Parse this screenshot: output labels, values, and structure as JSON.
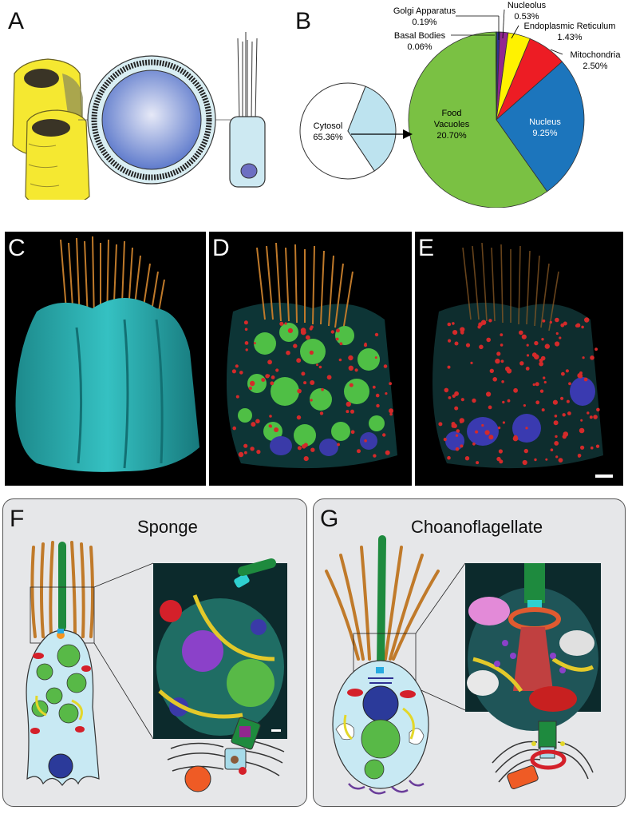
{
  "panels": {
    "a": "A",
    "b": "B",
    "c": "C",
    "d": "D",
    "e": "E",
    "f": "F",
    "g": "G"
  },
  "chart_data": {
    "type": "pie",
    "slices": [
      {
        "label": "Golgi Apparatus",
        "value": 0.19,
        "display": "0.19%",
        "color": "#2e3192"
      },
      {
        "label": "Nucleolus",
        "value": 0.53,
        "display": "0.53%",
        "color": "#92278f"
      },
      {
        "label": "Endoplasmic Reticulum",
        "value": 1.43,
        "display": "1.43%",
        "color": "#fff200"
      },
      {
        "label": "Mitochondria",
        "value": 2.5,
        "display": "2.50%",
        "color": "#ed1c24"
      },
      {
        "label": "Nucleus",
        "value": 9.25,
        "display": "9.25%",
        "color": "#1c75bc"
      },
      {
        "label": "Food Vacuoles",
        "value": 20.7,
        "display": "20.70%",
        "color": "#7ac143"
      },
      {
        "label": "Basal Bodies",
        "value": 0.06,
        "display": "0.06%",
        "color": "#00a651"
      }
    ],
    "secondary": {
      "type": "pie",
      "label": "Cytosol",
      "value": 65.36,
      "display": "65.36%",
      "remainder_color": "#bde3ef"
    }
  },
  "labels": {
    "golgi": "Golgi Apparatus",
    "golgi_val": "0.19%",
    "basal": "Basal Bodies",
    "basal_val": "0.06%",
    "nucleolus": "Nucleolus",
    "nucleolus_val": "0.53%",
    "er": "Endoplasmic Reticulum",
    "er_val": "1.43%",
    "mito": "Mitochondria",
    "mito_val": "2.50%",
    "nucleus": "Nucleus",
    "nucleus_val": "9.25%",
    "food1": "Food",
    "food2": "Vacuoles",
    "food_val": "20.70%",
    "cytosol": "Cytosol",
    "cytosol_val": "65.36%"
  },
  "boxes": {
    "sponge": "Sponge",
    "choano": "Choanoflagellate"
  },
  "colors": {
    "cyan": "#2aa7a8",
    "flagella": "#c8882a",
    "vacuole": "#58b947",
    "nucleus": "#2b3a9a",
    "mito": "#d4202a"
  }
}
